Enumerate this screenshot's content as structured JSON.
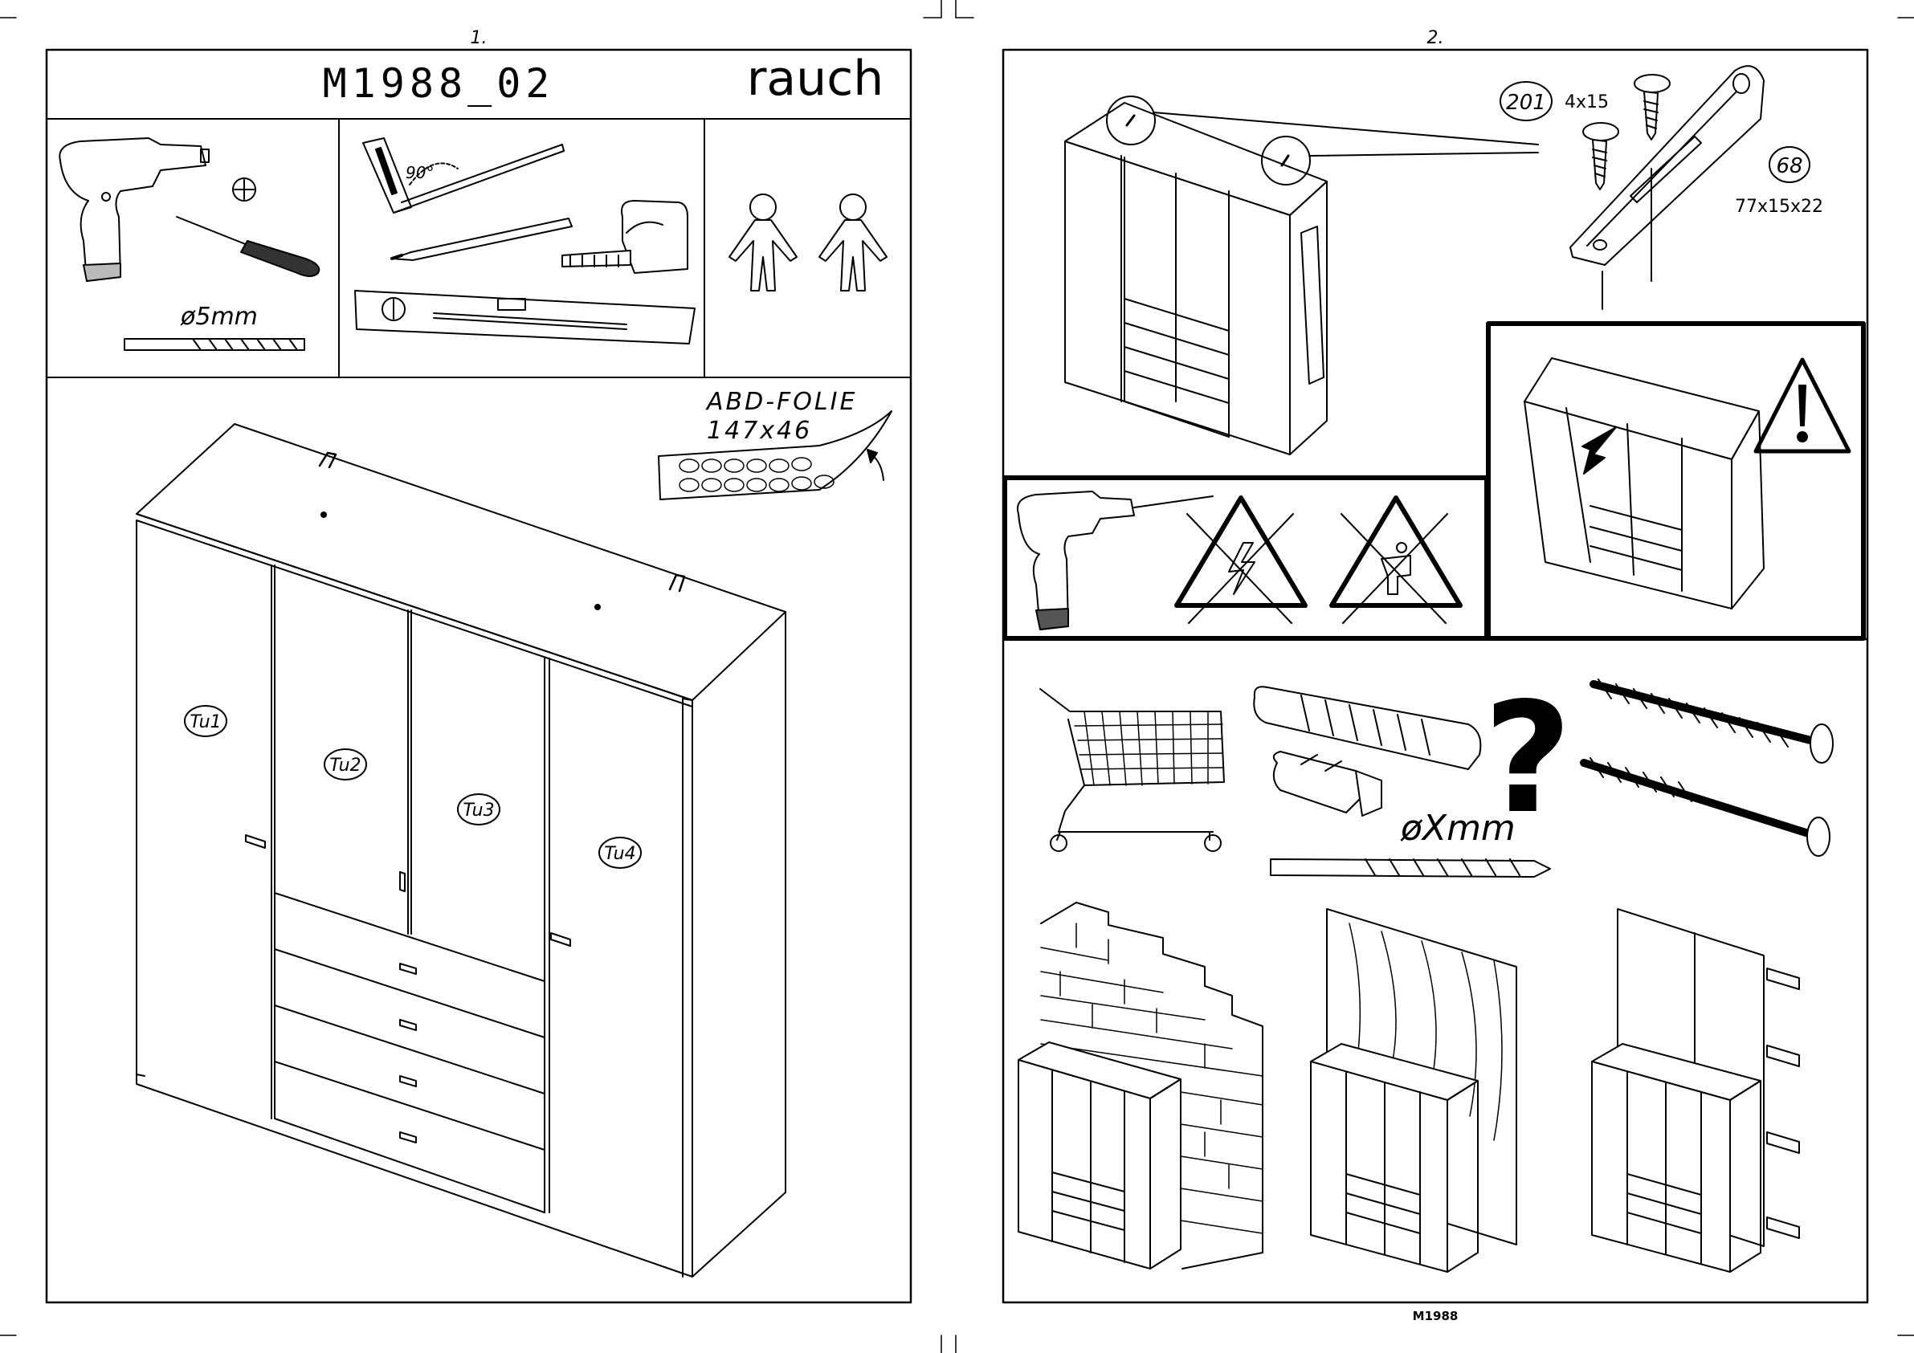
{
  "pages": [
    {
      "number": "1."
    },
    {
      "number": "2."
    }
  ],
  "model_code": "M1988_02",
  "brand": "rauch",
  "tools": {
    "drill_bit": "ø5mm",
    "angle": "90°"
  },
  "protective_film": {
    "label": "ABD-FOLIE",
    "size": "147x46"
  },
  "doors": [
    "Tu1",
    "Tu2",
    "Tu3",
    "Tu4"
  ],
  "wall_fixing": {
    "screw_part": "201",
    "screw_size": "4x15",
    "bracket_part": "68",
    "bracket_size": "77x15x22"
  },
  "wall_plug": {
    "drill_bit": "øXmm",
    "question": "?"
  },
  "footer": {
    "doc_code": "M1988"
  }
}
